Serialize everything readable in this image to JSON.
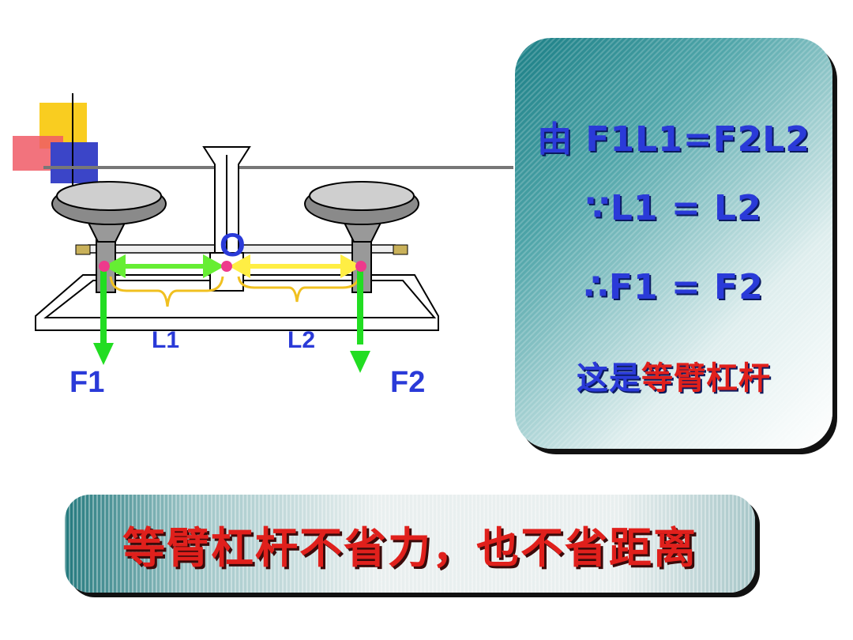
{
  "diagram": {
    "pivot_label": "O",
    "arm_left_label": "L1",
    "arm_right_label": "L2",
    "force_left_label": "F1",
    "force_right_label": "F2"
  },
  "formula_panel": {
    "line1_prefix": "由",
    "line1_formula": "F1L1=F2L2",
    "line2": "∵L1 = L2",
    "line3": "∴F1 = F2",
    "line4_part1": "这是",
    "line4_part2": "等臂杠杆"
  },
  "banner": {
    "text": "等臂杠杆不省力，也不省距离"
  },
  "colors": {
    "formula_text": "#2a3ad8",
    "highlight_red": "#e0201c",
    "force_arrow": "#22dd22",
    "arm_arrow_left": "#66ee33",
    "arm_arrow_right": "#ffee44",
    "brace": "#f0c020",
    "pivot_dot": "#ee3a8c",
    "label_blue": "#2a3ad8"
  }
}
